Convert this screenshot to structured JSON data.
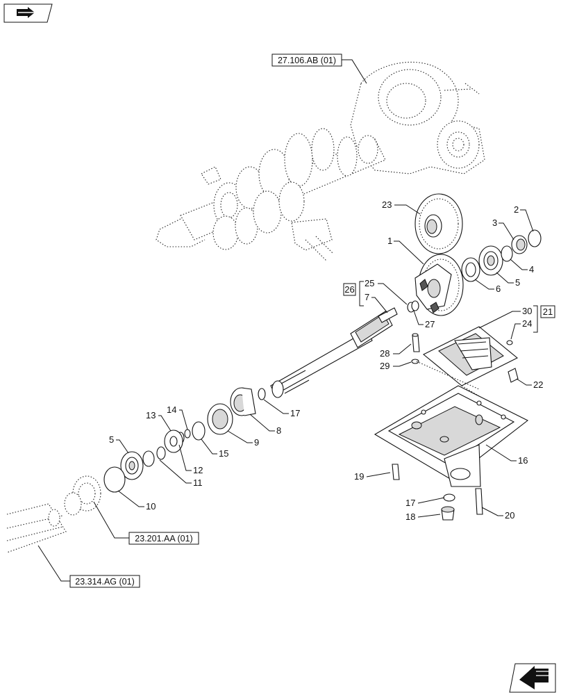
{
  "header": {
    "nav_icon": "book-arrow-icon"
  },
  "footer": {
    "nav_icon": "back-arrow-icon"
  },
  "references": {
    "upper": "27.106.AB (01)",
    "middle": "23.201.AA (01)",
    "lower": "23.314.AG (01)"
  },
  "group_boxes": {
    "a": "26",
    "b": "21"
  },
  "callouts": {
    "c1": "1",
    "c2": "2",
    "c3": "3",
    "c4": "4",
    "c5a": "5",
    "c5b": "5",
    "c6": "6",
    "c7": "7",
    "c8": "8",
    "c9": "9",
    "c10": "10",
    "c11": "11",
    "c12": "12",
    "c13": "13",
    "c14": "14",
    "c15": "15",
    "c16": "16",
    "c17a": "17",
    "c17b": "17",
    "c18": "18",
    "c19": "19",
    "c20": "20",
    "c22": "22",
    "c23": "23",
    "c24": "24",
    "c25": "25",
    "c27": "27",
    "c28": "28",
    "c29": "29",
    "c30": "30"
  }
}
